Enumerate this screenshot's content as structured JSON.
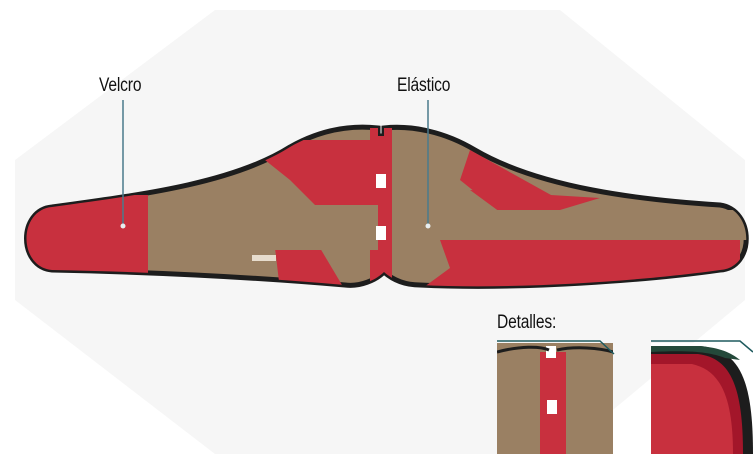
{
  "labels": {
    "velcro": "Velcro",
    "elastic": "Elástico",
    "details": "Detalles:"
  },
  "colors": {
    "brown": "#9a8063",
    "red": "#c8303e",
    "dark_red": "#a3162a",
    "outline": "#1d1d1d",
    "callout_line": "#4a7a8c",
    "detail_line": "#1e5a5e",
    "background": "#ffffff",
    "backdrop": "#f6f6f6"
  }
}
